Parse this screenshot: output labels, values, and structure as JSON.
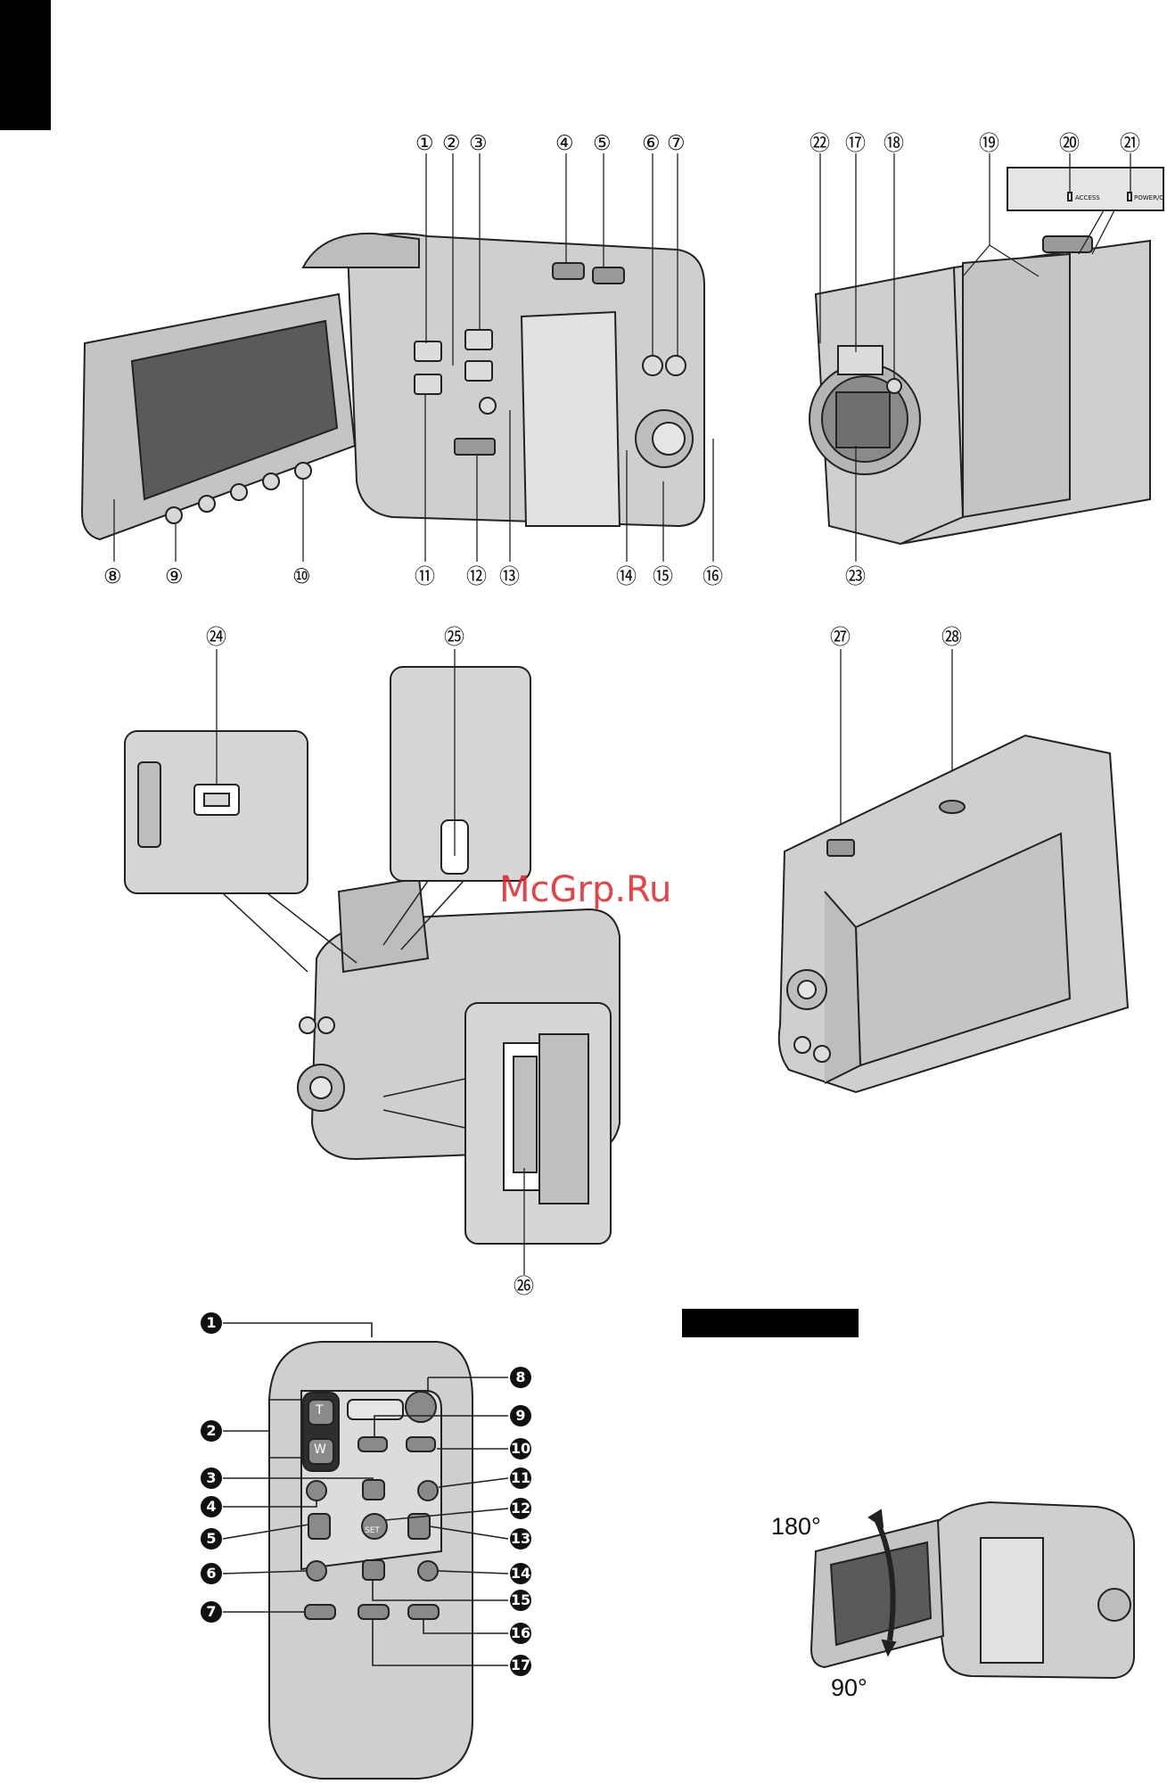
{
  "callouts_camera": [
    "①",
    "②",
    "③",
    "④",
    "⑤",
    "⑥",
    "⑦",
    "⑧",
    "⑨",
    "⑩",
    "⑪",
    "⑫",
    "⑬",
    "⑭",
    "⑮",
    "⑯",
    "⑰",
    "⑱",
    "⑲",
    "⑳",
    "㉑",
    "㉒",
    "㉓",
    "㉔",
    "㉕",
    "㉖",
    "㉗",
    "㉘"
  ],
  "led_labels": {
    "access": "ACCESS",
    "power": "POWER/C"
  },
  "remote": {
    "callouts": [
      "1",
      "2",
      "3",
      "4",
      "5",
      "6",
      "7",
      "8",
      "9",
      "10",
      "11",
      "12",
      "13",
      "14",
      "15",
      "16",
      "17"
    ],
    "buttons": {
      "tele": "T",
      "wide": "W",
      "set": "SET"
    }
  },
  "watermark": "McGrp.Ru",
  "angles": {
    "upper": "180°",
    "lower": "90°"
  },
  "colors": {
    "body_gray": "#c9c9c9",
    "screen_gray": "#5a5a5a",
    "accent_red": "#e0242a"
  }
}
